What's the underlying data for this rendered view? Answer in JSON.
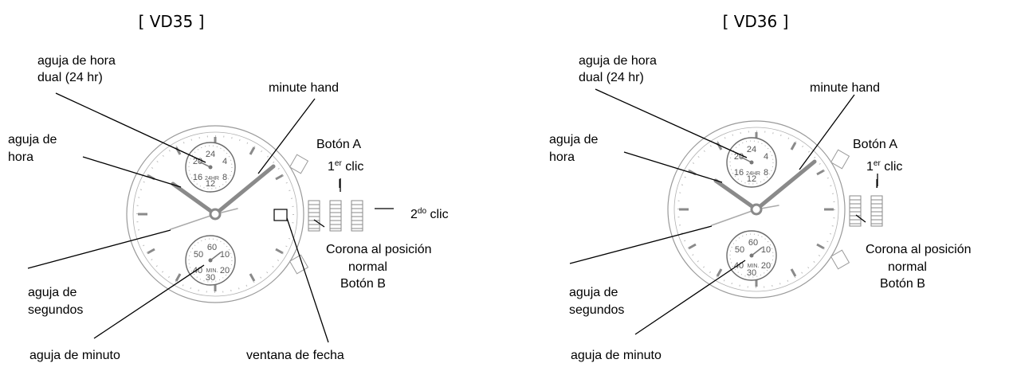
{
  "left": {
    "title": "[ VD35 ]",
    "hour_hand_24_line1": "aguja de hora",
    "hour_hand_24_line2": "dual (24 hr)",
    "minute_hand": "minute hand",
    "hour_hand_line1": "aguja de",
    "hour_hand_line2": "hora",
    "button_a": "Botón A",
    "first_click_num": "1",
    "first_click_sup": "er",
    "first_click_word": " clic",
    "first_click_mark": "I",
    "second_click_num": "2",
    "second_click_sup": "do",
    "second_click_word": " clic",
    "crown_line1": "Corona al posición",
    "crown_line2": "normal",
    "button_b": "Botón B",
    "seconds_line1": "aguja de",
    "seconds_line2": "segundos",
    "minute_counter": "aguja de minuto",
    "date_window": "ventana de fecha"
  },
  "right": {
    "title": "[ VD36 ]",
    "hour_hand_24_line1": "aguja de hora",
    "hour_hand_24_line2": "dual (24 hr)",
    "minute_hand": "minute hand",
    "hour_hand_line1": "aguja de",
    "hour_hand_line2": "hora",
    "button_a": "Botón A",
    "first_click_num": "1",
    "first_click_sup": "er",
    "first_click_word": " clic",
    "first_click_mark": "I",
    "crown_line1": "Corona al posición",
    "crown_line2": "normal",
    "button_b": "Botón B",
    "seconds_line1": "aguja de",
    "seconds_line2": "segundos",
    "minute_counter": "aguja de minuto"
  },
  "subdial_24": {
    "top": "24",
    "right": "4",
    "bottom": "12",
    "left": "16",
    "upper_left": "20",
    "lower_right": "8",
    "center_label": "24HR"
  },
  "subdial_min": {
    "top": "60",
    "right": "10",
    "bottom": "30",
    "left": "50",
    "lower_left": "40",
    "lower_right": "20",
    "center_label": "MIN."
  },
  "colors": {
    "outline": "#9a9a9a",
    "hand": "#8a8a8a",
    "leader": "#000000",
    "text": "#000000"
  }
}
